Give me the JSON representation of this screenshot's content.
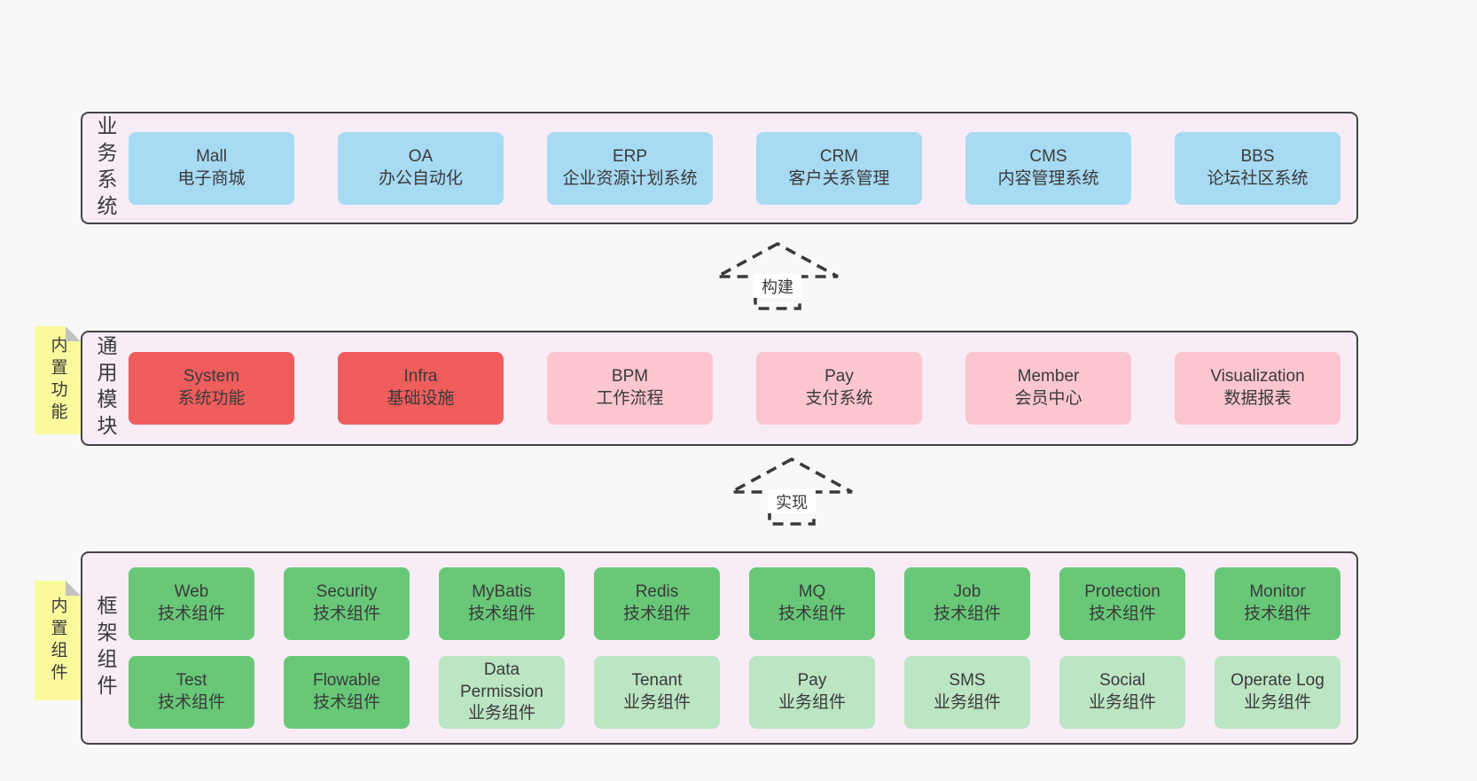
{
  "colors": {
    "canvas_bg": "#f8f8f8",
    "layer_bg": "#f8edf6",
    "layer_border": "#434343",
    "blue": "#a7daf3",
    "red": "#f05d5d",
    "pink": "#fbc6d0",
    "green": "#68c878",
    "light_green": "#bce5c3",
    "note_yellow": "#fafa9d",
    "note_fold": "#c2c2c2",
    "text": "#3a3a3a",
    "arrow": "#3a3a3a"
  },
  "arrows": {
    "build": "构建",
    "implement": "实现"
  },
  "layers": {
    "business": {
      "label": "业务系统",
      "boxes": [
        {
          "title": "Mall",
          "subtitle": "电子商城",
          "variant": "blue"
        },
        {
          "title": "OA",
          "subtitle": "办公自动化",
          "variant": "blue"
        },
        {
          "title": "ERP",
          "subtitle": "企业资源计划系统",
          "variant": "blue"
        },
        {
          "title": "CRM",
          "subtitle": "客户关系管理",
          "variant": "blue"
        },
        {
          "title": "CMS",
          "subtitle": "内容管理系统",
          "variant": "blue"
        },
        {
          "title": "BBS",
          "subtitle": "论坛社区系统",
          "variant": "blue"
        }
      ]
    },
    "modules": {
      "label": "通用模块",
      "note": "内置功能",
      "boxes": [
        {
          "title": "System",
          "subtitle": "系统功能",
          "variant": "red"
        },
        {
          "title": "Infra",
          "subtitle": "基础设施",
          "variant": "red"
        },
        {
          "title": "BPM",
          "subtitle": "工作流程",
          "variant": "pink"
        },
        {
          "title": "Pay",
          "subtitle": "支付系统",
          "variant": "pink"
        },
        {
          "title": "Member",
          "subtitle": "会员中心",
          "variant": "pink"
        },
        {
          "title": "Visualization",
          "subtitle": "数据报表",
          "variant": "pink"
        }
      ]
    },
    "framework": {
      "label": "框架组件",
      "note": "内置组件",
      "row1": [
        {
          "title": "Web",
          "subtitle": "技术组件",
          "variant": "green"
        },
        {
          "title": "Security",
          "subtitle": "技术组件",
          "variant": "green"
        },
        {
          "title": "MyBatis",
          "subtitle": "技术组件",
          "variant": "green"
        },
        {
          "title": "Redis",
          "subtitle": "技术组件",
          "variant": "green"
        },
        {
          "title": "MQ",
          "subtitle": "技术组件",
          "variant": "green"
        },
        {
          "title": "Job",
          "subtitle": "技术组件",
          "variant": "green"
        },
        {
          "title": "Protection",
          "subtitle": "技术组件",
          "variant": "green"
        },
        {
          "title": "Monitor",
          "subtitle": "技术组件",
          "variant": "green"
        }
      ],
      "row2": [
        {
          "title": "Test",
          "subtitle": "技术组件",
          "variant": "green"
        },
        {
          "title": "Flowable",
          "subtitle": "技术组件",
          "variant": "green"
        },
        {
          "title": "Data Permission",
          "subtitle": "业务组件",
          "variant": "lightgreen"
        },
        {
          "title": "Tenant",
          "subtitle": "业务组件",
          "variant": "lightgreen"
        },
        {
          "title": "Pay",
          "subtitle": "业务组件",
          "variant": "lightgreen"
        },
        {
          "title": "SMS",
          "subtitle": "业务组件",
          "variant": "lightgreen"
        },
        {
          "title": "Social",
          "subtitle": "业务组件",
          "variant": "lightgreen"
        },
        {
          "title": "Operate Log",
          "subtitle": "业务组件",
          "variant": "lightgreen"
        }
      ]
    }
  }
}
